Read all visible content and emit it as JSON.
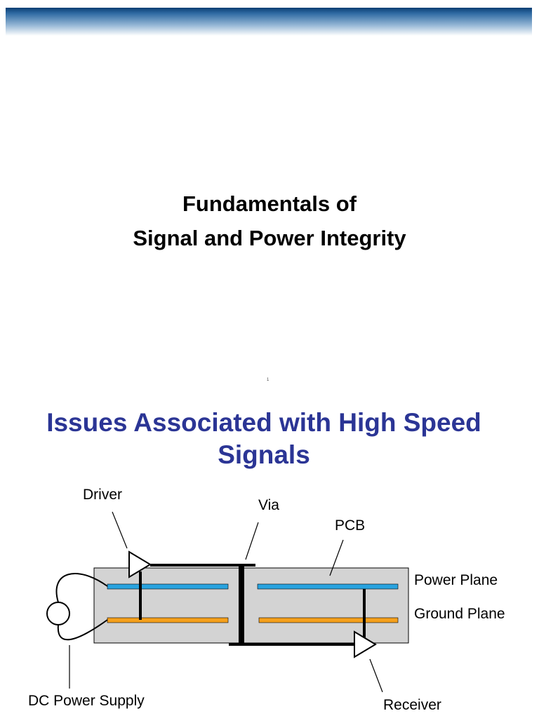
{
  "slide1": {
    "title_line1": "Fundamentals of",
    "title_line2": "Signal and Power Integrity",
    "page_number": "1"
  },
  "slide2": {
    "heading_line1": "Issues Associated with High Speed",
    "heading_line2": "Signals",
    "labels": {
      "driver": "Driver",
      "via": "Via",
      "pcb": "PCB",
      "power_plane": "Power Plane",
      "ground_plane": "Ground Plane",
      "dc_power_supply": "DC Power Supply",
      "receiver": "Receiver"
    },
    "colors": {
      "heading": "#2b3595",
      "board": "#d3d3d3",
      "power_plane": "#29a3df",
      "ground_plane": "#f5a01c"
    }
  }
}
